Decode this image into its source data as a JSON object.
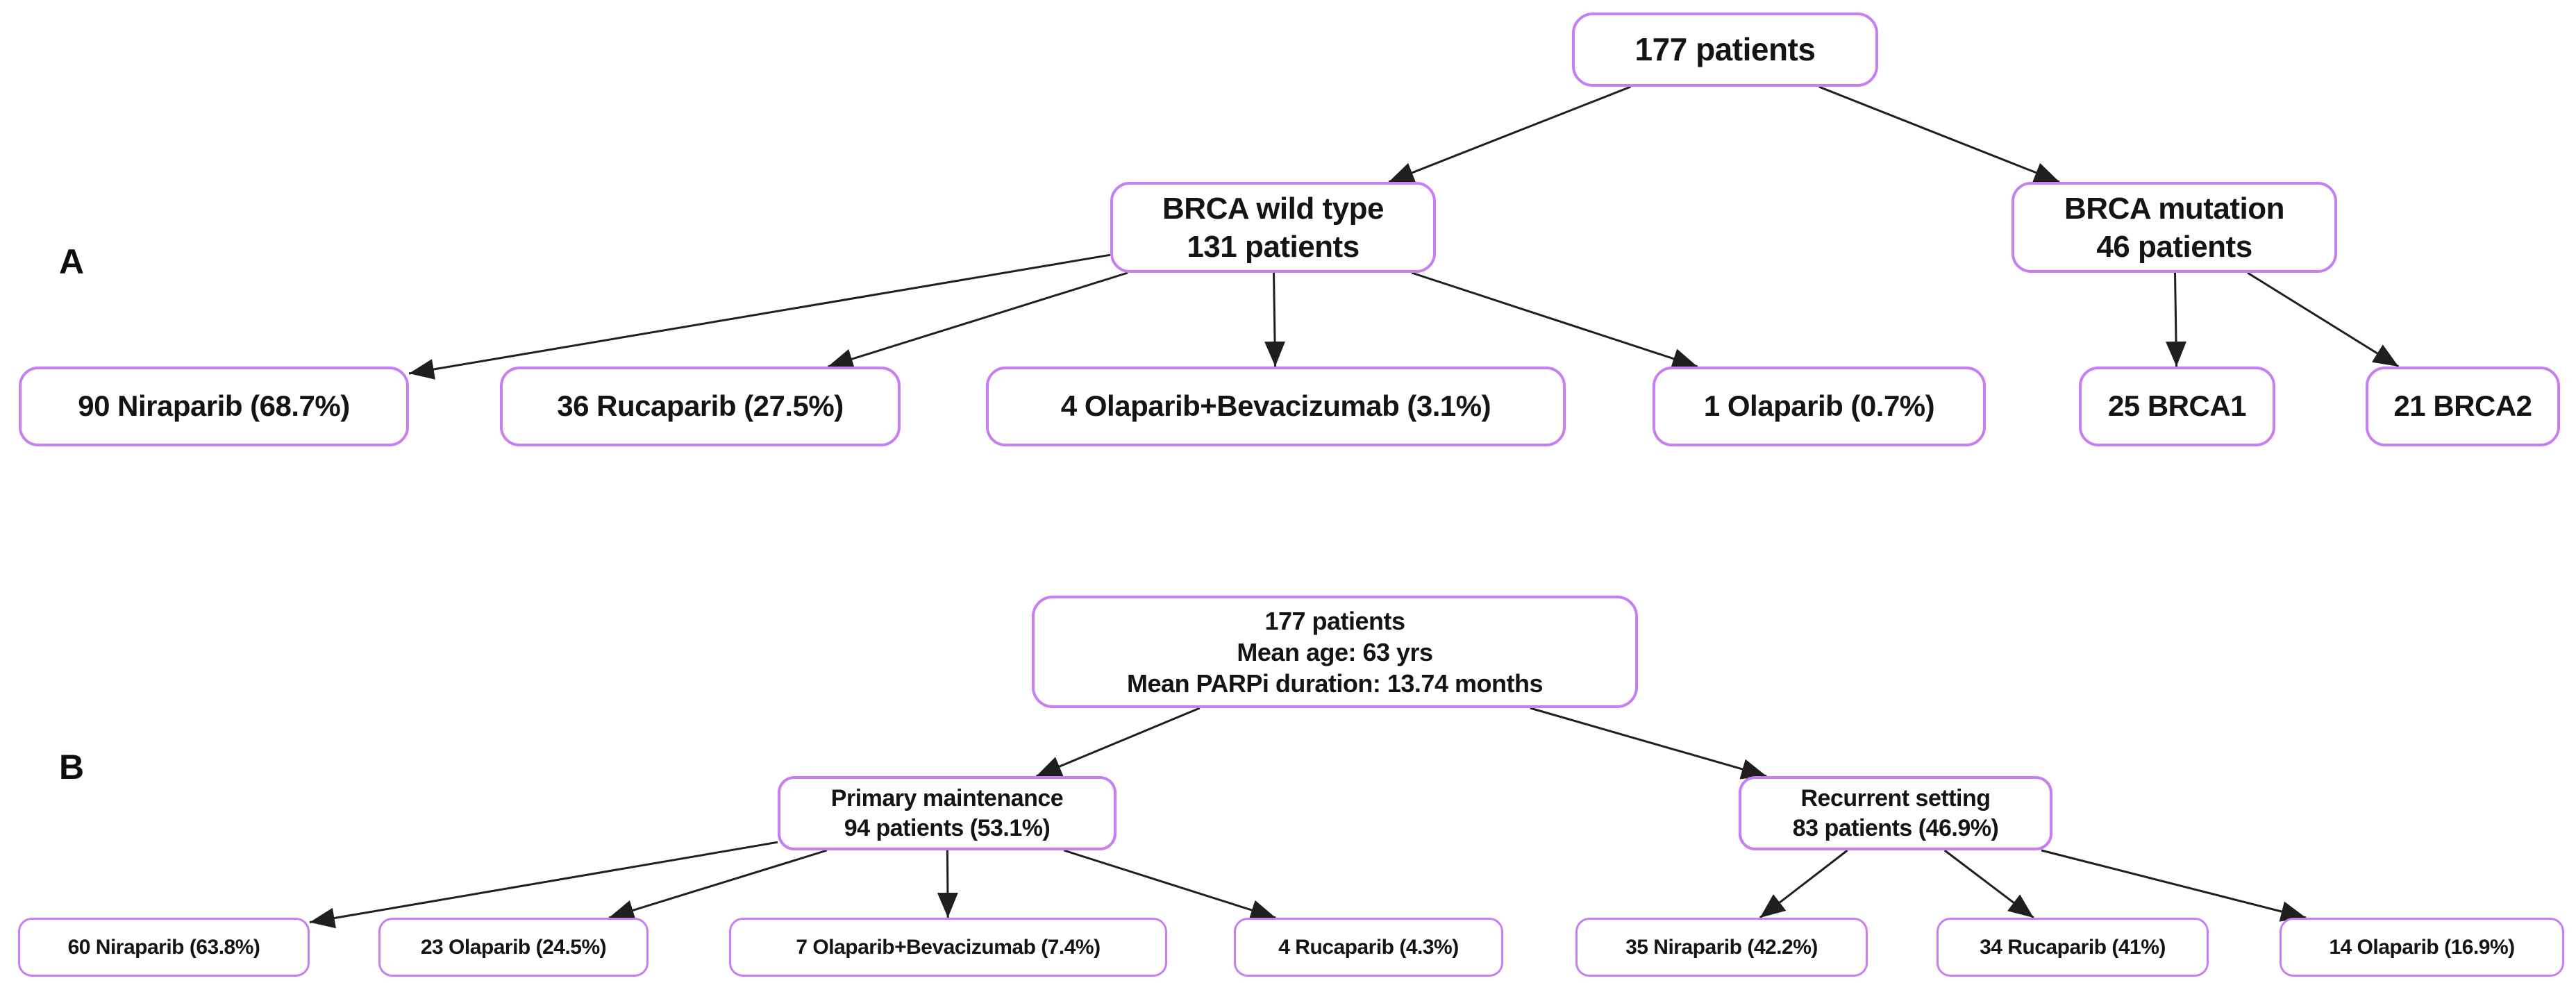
{
  "figure": {
    "description": "Patient flow diagram, PARP inhibitor treatment distribution",
    "style": {
      "node_border_color": "#c67ef2",
      "edge_color": "#1f1f1f",
      "text_color": "#141414",
      "background": "#ffffff"
    },
    "panels": [
      {
        "label": "A",
        "nodes": [
          {
            "id": "a_root",
            "lines": [
              "177 patients"
            ]
          },
          {
            "id": "a_wt",
            "lines": [
              "BRCA wild type",
              "131 patients"
            ]
          },
          {
            "id": "a_mut",
            "lines": [
              "BRCA mutation",
              "46 patients"
            ]
          },
          {
            "id": "a_nira",
            "lines": [
              "90 Niraparib (68.7%)"
            ]
          },
          {
            "id": "a_ruca",
            "lines": [
              "36 Rucaparib (27.5%)"
            ]
          },
          {
            "id": "a_olapbev",
            "lines": [
              "4 Olaparib+Bevacizumab (3.1%)"
            ]
          },
          {
            "id": "a_olap",
            "lines": [
              "1 Olaparib (0.7%)"
            ]
          },
          {
            "id": "a_brca1",
            "lines": [
              "25 BRCA1"
            ]
          },
          {
            "id": "a_brca2",
            "lines": [
              "21 BRCA2"
            ]
          }
        ],
        "edges": [
          {
            "from": "a_root",
            "to": "a_wt"
          },
          {
            "from": "a_root",
            "to": "a_mut"
          },
          {
            "from": "a_wt",
            "to": "a_nira"
          },
          {
            "from": "a_wt",
            "to": "a_ruca"
          },
          {
            "from": "a_wt",
            "to": "a_olapbev"
          },
          {
            "from": "a_wt",
            "to": "a_olap"
          },
          {
            "from": "a_mut",
            "to": "a_brca1"
          },
          {
            "from": "a_mut",
            "to": "a_brca2"
          }
        ]
      },
      {
        "label": "B",
        "nodes": [
          {
            "id": "b_root",
            "lines": [
              "177 patients",
              "Mean age: 63 yrs",
              "Mean PARPi duration: 13.74 months"
            ]
          },
          {
            "id": "b_pm",
            "lines": [
              "Primary maintenance",
              "94 patients (53.1%)"
            ]
          },
          {
            "id": "b_rs",
            "lines": [
              "Recurrent setting",
              "83 patients (46.9%)"
            ]
          },
          {
            "id": "b_nira60",
            "lines": [
              "60 Niraparib (63.8%)"
            ]
          },
          {
            "id": "b_olap23",
            "lines": [
              "23 Olaparib (24.5%)"
            ]
          },
          {
            "id": "b_olapbev7",
            "lines": [
              "7 Olaparib+Bevacizumab (7.4%)"
            ]
          },
          {
            "id": "b_ruca4",
            "lines": [
              "4 Rucaparib (4.3%)"
            ]
          },
          {
            "id": "b_nira35",
            "lines": [
              "35 Niraparib (42.2%)"
            ]
          },
          {
            "id": "b_ruca34",
            "lines": [
              "34 Rucaparib (41%)"
            ]
          },
          {
            "id": "b_olap14",
            "lines": [
              "14 Olaparib (16.9%)"
            ]
          }
        ],
        "edges": [
          {
            "from": "b_root",
            "to": "b_pm"
          },
          {
            "from": "b_root",
            "to": "b_rs"
          },
          {
            "from": "b_pm",
            "to": "b_nira60"
          },
          {
            "from": "b_pm",
            "to": "b_olap23"
          },
          {
            "from": "b_pm",
            "to": "b_olapbev7"
          },
          {
            "from": "b_pm",
            "to": "b_ruca4"
          },
          {
            "from": "b_rs",
            "to": "b_nira35"
          },
          {
            "from": "b_rs",
            "to": "b_ruca34"
          },
          {
            "from": "b_rs",
            "to": "b_olap14"
          }
        ]
      }
    ]
  }
}
